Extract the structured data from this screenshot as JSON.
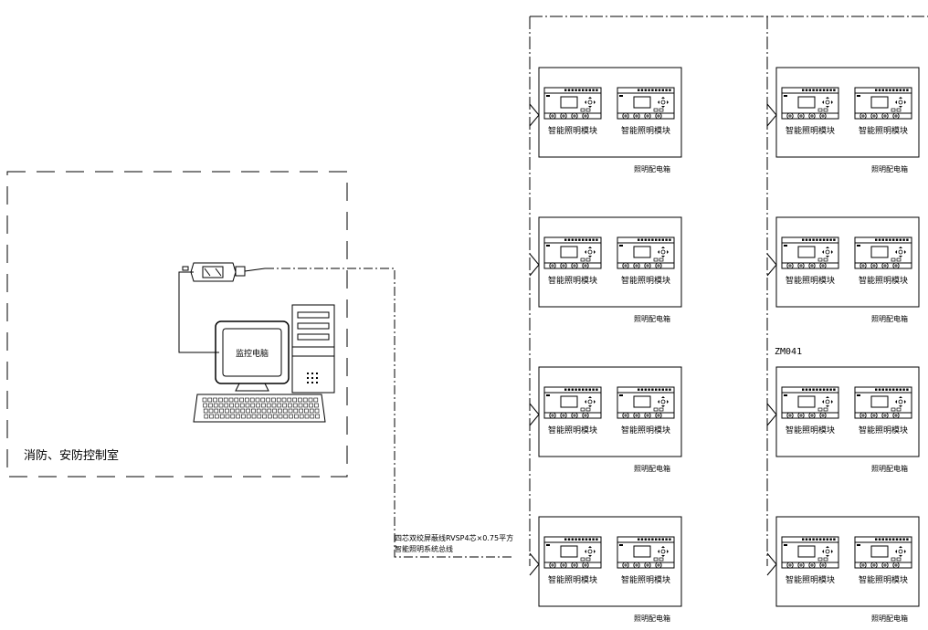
{
  "control_room": {
    "label": "消防、安防控制室",
    "computer_label": "监控电脑"
  },
  "bus": {
    "cable_line1": "四芯双绞屏蔽线RVSP4芯×0.75平方",
    "cable_line2": "智能照明系统总线"
  },
  "zone_tag": "ZM041",
  "distribution_boxes": [
    {
      "label": "照明配电箱",
      "modules": [
        "智能照明模块",
        "智能照明模块"
      ]
    },
    {
      "label": "照明配电箱",
      "modules": [
        "智能照明模块",
        "智能照明模块"
      ]
    },
    {
      "label": "照明配电箱",
      "modules": [
        "智能照明模块",
        "智能照明模块"
      ]
    },
    {
      "label": "照明配电箱",
      "modules": [
        "智能照明模块",
        "智能照明模块"
      ]
    },
    {
      "label": "照明配电箱",
      "modules": [
        "智能照明模块",
        "智能照明模块"
      ]
    },
    {
      "label": "照明配电箱",
      "modules": [
        "智能照明模块",
        "智能照明模块"
      ]
    },
    {
      "label": "照明配电箱",
      "modules": [
        "智能照明模块",
        "智能照明模块"
      ]
    },
    {
      "label": "照明配电箱",
      "modules": [
        "智能照明模块",
        "智能照明模块"
      ]
    }
  ]
}
